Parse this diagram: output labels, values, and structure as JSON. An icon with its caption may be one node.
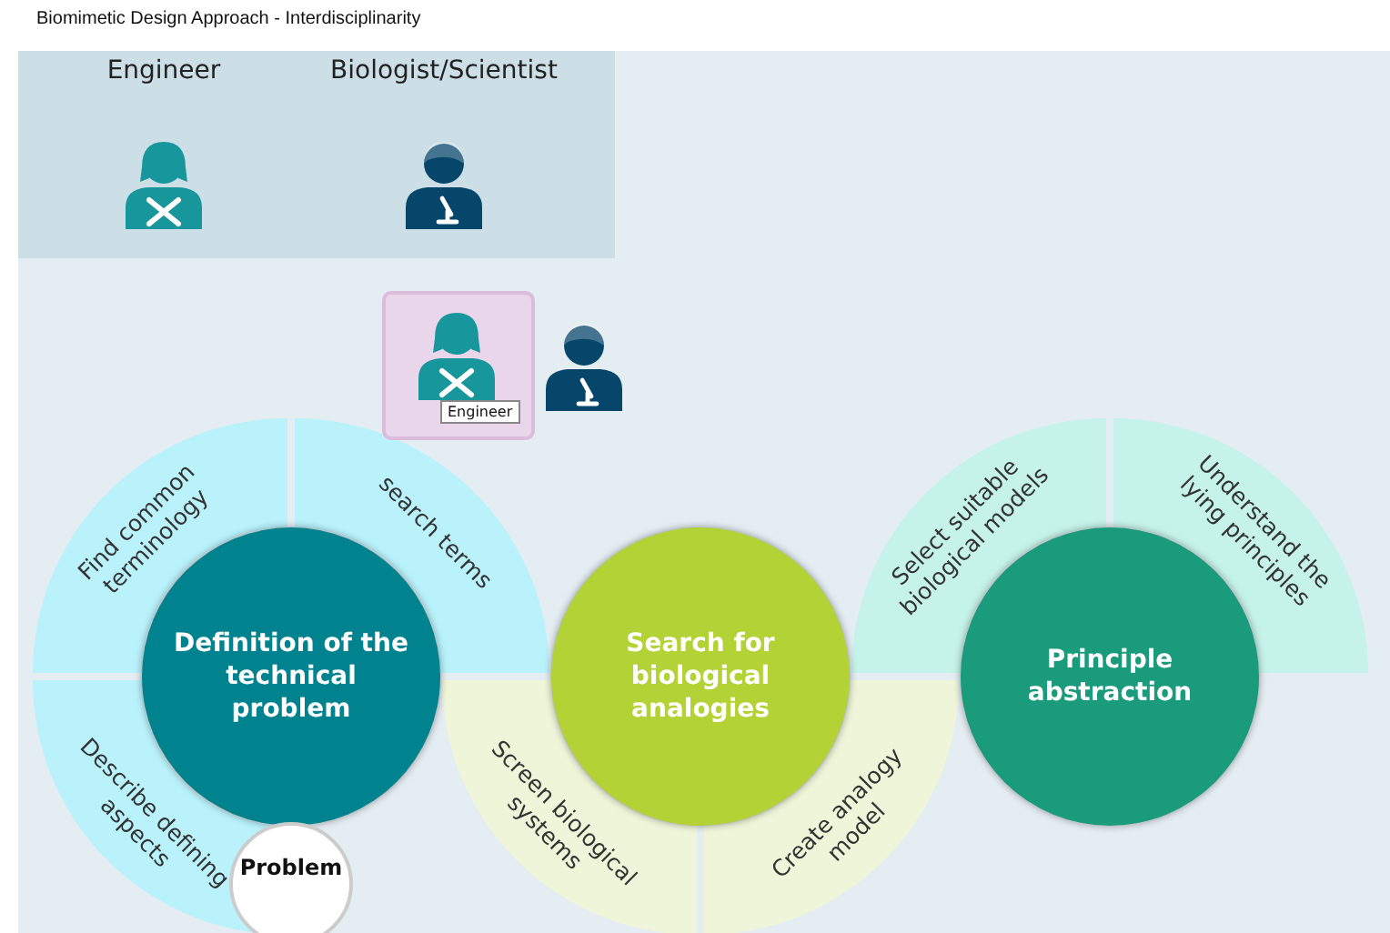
{
  "diagram": {
    "title": "Biomimetic Design Approach - Interdisciplinarity",
    "nodes": [
      {
        "text": [
          "Engineer",
          "Biologist/Scientist"
        ]
      },
      {
        "text": [],
        "shape": "box"
      },
      {
        "text": [
          "Engineer"
        ],
        "in": 1
      },
      {
        "text": [
          "Find common terminology"
        ]
      },
      {
        "text": [
          "search terms"
        ]
      },
      {
        "text": [
          "Select suitable biological models"
        ]
      },
      {
        "text": [
          "Understand the lying principles"
        ]
      },
      {
        "text": [
          "Definition of the technical problem"
        ]
      },
      {
        "text": [
          "Search for biological analogies"
        ]
      },
      {
        "text": [
          "Principle abstraction"
        ]
      },
      {
        "text": [
          "Describe defining aspects"
        ]
      },
      {
        "text": [
          "Screen biological systems"
        ]
      },
      {
        "text": [
          "Create analogy model"
        ]
      },
      {
        "text": [
          "Problem"
        ]
      }
    ]
  }
}
